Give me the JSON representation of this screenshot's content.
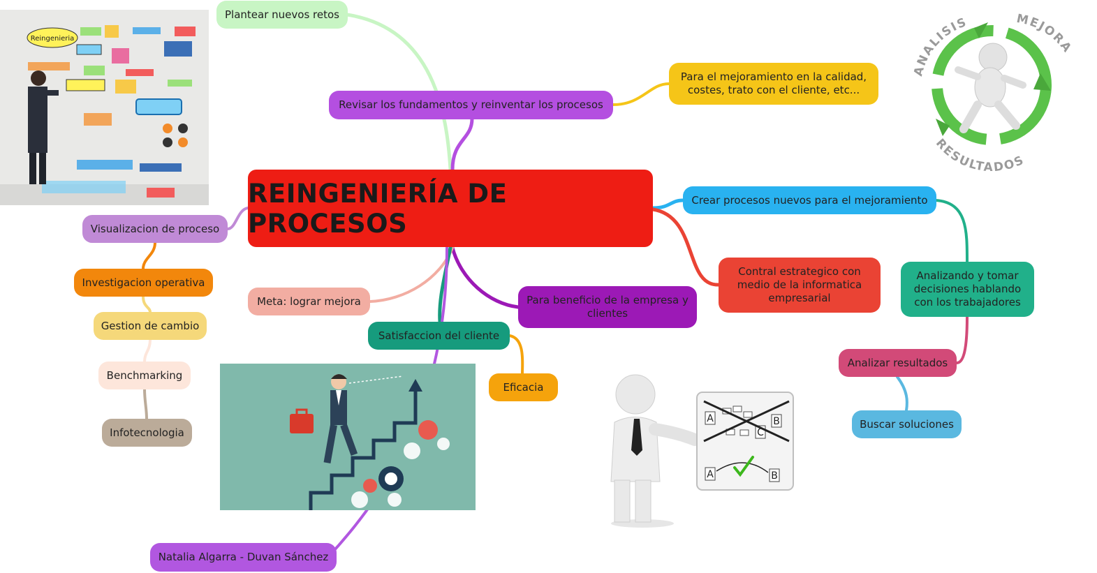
{
  "central_topic": "REINGENIERÍA DE PROCESOS",
  "colors": {
    "central": "#ee1d14",
    "plantear": "#c8f5c4",
    "revisar": "#b44fe0",
    "para_mejoramiento": "#f5c518",
    "crear": "#29b2f0",
    "contral": "#ea4334",
    "analizando": "#21b08a",
    "analizar": "#d24a78",
    "buscar": "#5ab8e0",
    "beneficio": "#9c19b6",
    "meta": "#f2ada2",
    "satisfaccion": "#169b7d",
    "eficacia": "#f5a30c",
    "natalia": "#b157e0",
    "visualizacion": "#c08ad6",
    "investigacion": "#f2870c",
    "gestion": "#f5d87a",
    "benchmarking": "#fde6db",
    "infotecnologia": "#bbab99"
  },
  "nodes": {
    "plantear": "Plantear nuevos retos",
    "revisar": "Revisar los fundamentos y reinventar los procesos",
    "para_mejoramiento": "Para el mejoramiento en la calidad, costes, trato con el cliente, etc...",
    "crear": "Crear procesos nuevos para el mejoramiento",
    "contral": "Contral estrategico con medio de la informatica empresarial",
    "analizando": "Analizando y tomar decisiones hablando con los trabajadores",
    "analizar": "Analizar resultados",
    "buscar": "Buscar soluciones",
    "beneficio": "Para beneficio de la empresa y clientes",
    "meta": "Meta: lograr mejora",
    "satisfaccion": "Satisfaccion del cliente",
    "eficacia": "Eficacia",
    "natalia": "Natalia Algarra - Duvan Sánchez",
    "visualizacion": "Visualizacion de proceso",
    "investigacion": "Investigacion operativa",
    "gestion": "Gestion de cambio",
    "benchmarking": "Benchmarking",
    "infotecnologia": "Infotecnologia"
  },
  "images": {
    "whiteboard_word": "Reingenieria",
    "cycle_labels": [
      "ANALISIS",
      "MEJORA",
      "RESULTADOS"
    ],
    "chart_letters": [
      "A",
      "B",
      "C"
    ]
  },
  "icons": [
    "whiteboard-illustration",
    "stairs-growth-illustration",
    "presenter-flowchart-illustration",
    "improvement-cycle-illustration",
    "check-mark-icon"
  ]
}
